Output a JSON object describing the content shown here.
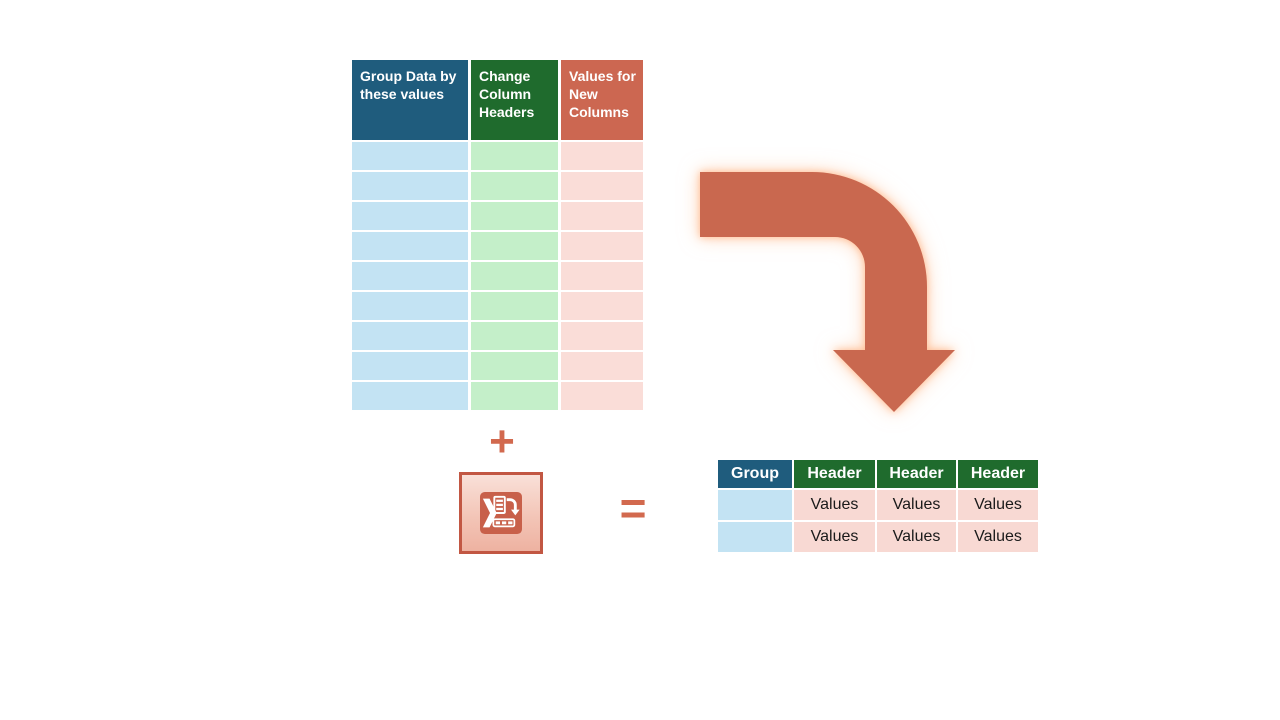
{
  "source_table": {
    "columns": [
      {
        "label": "Group Data by these values",
        "header_bg": "#1F5C7D",
        "cell_bg": "#C3E3F3"
      },
      {
        "label": "Change Column Headers",
        "header_bg": "#1F6B2D",
        "cell_bg": "#C4EFC9"
      },
      {
        "label": "Values for New Columns",
        "header_bg": "#CC6751",
        "cell_bg": "#FADDD8"
      }
    ],
    "body_row_count": 9
  },
  "operators": {
    "plus": "+",
    "equals": "="
  },
  "icon": {
    "name": "pivot-column-icon"
  },
  "result_table": {
    "headers": [
      {
        "label": "Group",
        "bg": "#1F5C7D"
      },
      {
        "label": "Header",
        "bg": "#1F6B2D"
      },
      {
        "label": "Header",
        "bg": "#1F6B2D"
      },
      {
        "label": "Header",
        "bg": "#1F6B2D"
      }
    ],
    "rows": [
      {
        "group": "",
        "values": [
          "Values",
          "Values",
          "Values"
        ]
      },
      {
        "group": "",
        "values": [
          "Values",
          "Values",
          "Values"
        ]
      }
    ],
    "group_cell_bg": "#C3E3F3",
    "value_cell_bg": "#F8D9D3"
  },
  "colors": {
    "arrow": "#C9684F",
    "arrow_glow": "#FFBE96",
    "operator": "#D2694E",
    "value_text": "#1A1A1A"
  }
}
